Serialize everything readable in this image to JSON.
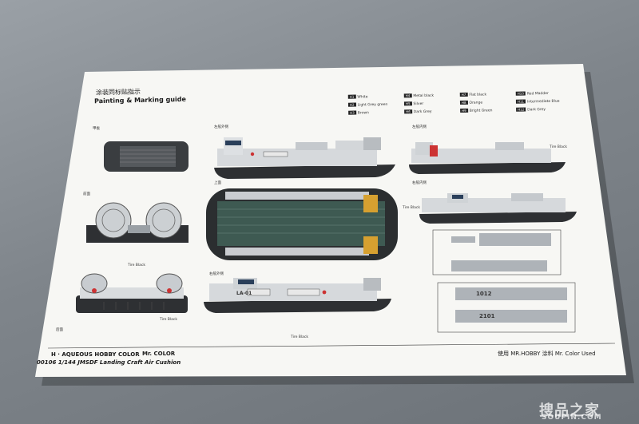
{
  "sheet": {
    "title_cn": "涂装同标贴指示",
    "title_en": "Painting & Marking guide",
    "legend": [
      {
        "code": "H1",
        "name": "White"
      },
      {
        "code": "H2",
        "name": "Light Grey green"
      },
      {
        "code": "H3",
        "name": "Brown"
      },
      {
        "code": "H4",
        "name": "Metal black"
      },
      {
        "code": "H5",
        "name": "Silver"
      },
      {
        "code": "H6",
        "name": "Dark Grey"
      },
      {
        "code": "H7",
        "name": "Flat black"
      },
      {
        "code": "H8",
        "name": "Orange"
      },
      {
        "code": "H9",
        "name": "Bright Green"
      },
      {
        "code": "H10",
        "name": "Red Madder"
      },
      {
        "code": "H11",
        "name": "Intermediate Blue"
      },
      {
        "code": "H12",
        "name": "Dark Grey"
      }
    ],
    "labels": {
      "deck": "甲板",
      "front": "前面",
      "top": "上面",
      "left_outer": "左舷外侧",
      "right_outer": "右舷外侧",
      "left_inner": "左舷内侧",
      "right_inner": "右舷内侧",
      "rear": "后面",
      "tire_black": "Tire Black",
      "hull_number": "LA-01",
      "decal_1012": "1012",
      "decal_2101": "2101"
    },
    "footer": {
      "aqueous": "H · AQUEOUS HOBBY COLOR",
      "mr_color": "Mr. COLOR",
      "product": "00106 1/144 JMSDF Landing Craft Air Cushion",
      "used": "使用 MR.HOBBY 涂料   Mr. Color Used"
    }
  },
  "watermark": {
    "line1": "搜品之家",
    "line2": "SOUPIN.COM"
  }
}
